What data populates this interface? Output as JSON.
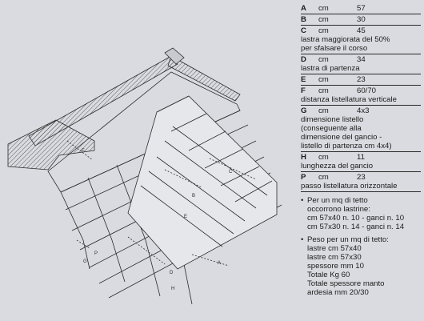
{
  "legend": {
    "specs": [
      {
        "key": "A",
        "unit": "cm",
        "value": "57",
        "desc": []
      },
      {
        "key": "B",
        "unit": "cm",
        "value": "30",
        "desc": []
      },
      {
        "key": "C",
        "unit": "cm",
        "value": "45",
        "desc": [
          "lastra maggiorata del 50%",
          "per sfalsare il corso"
        ]
      },
      {
        "key": "D",
        "unit": "cm",
        "value": "34",
        "desc": [
          "lastra di partenza"
        ]
      },
      {
        "key": "E",
        "unit": "cm",
        "value": "23",
        "desc": []
      },
      {
        "key": "F",
        "unit": "cm",
        "value": "60/70",
        "desc": [
          "distanza listellatura verticale"
        ]
      },
      {
        "key": "G",
        "unit": "cm",
        "value": "4x3",
        "desc": [
          "dimensione listello",
          "(conseguente alla",
          "dimensione del gancio -",
          "listello di partenza cm 4x4)"
        ]
      },
      {
        "key": "H",
        "unit": "cm",
        "value": "11",
        "desc": [
          "lunghezza del gancio"
        ]
      },
      {
        "key": "P",
        "unit": "cm",
        "value": "23",
        "desc": [
          "passo listellatura orizzontale"
        ]
      }
    ],
    "notes": [
      {
        "lines": [
          "Per un mq di tetto",
          "occorrono lastrine:",
          "cm 57x40 n. 10 - ganci n. 10",
          "cm 57x30 n. 14 - ganci n. 14"
        ]
      },
      {
        "lines": [
          "Peso per un mq di tetto:",
          "lastre cm 57x40",
          "lastre cm 57x30",
          "spessore mm 10",
          "Totale Kg 60",
          "Totale spessore manto",
          "ardesia mm 20/30"
        ]
      }
    ]
  },
  "diagram": {
    "labels": [
      "A",
      "B",
      "C",
      "D",
      "E",
      "F",
      "G",
      "H",
      "P"
    ]
  },
  "colors": {
    "background": "#d9dbe0",
    "line": "#2b2b2b",
    "hatch": "#5a5a5a"
  }
}
